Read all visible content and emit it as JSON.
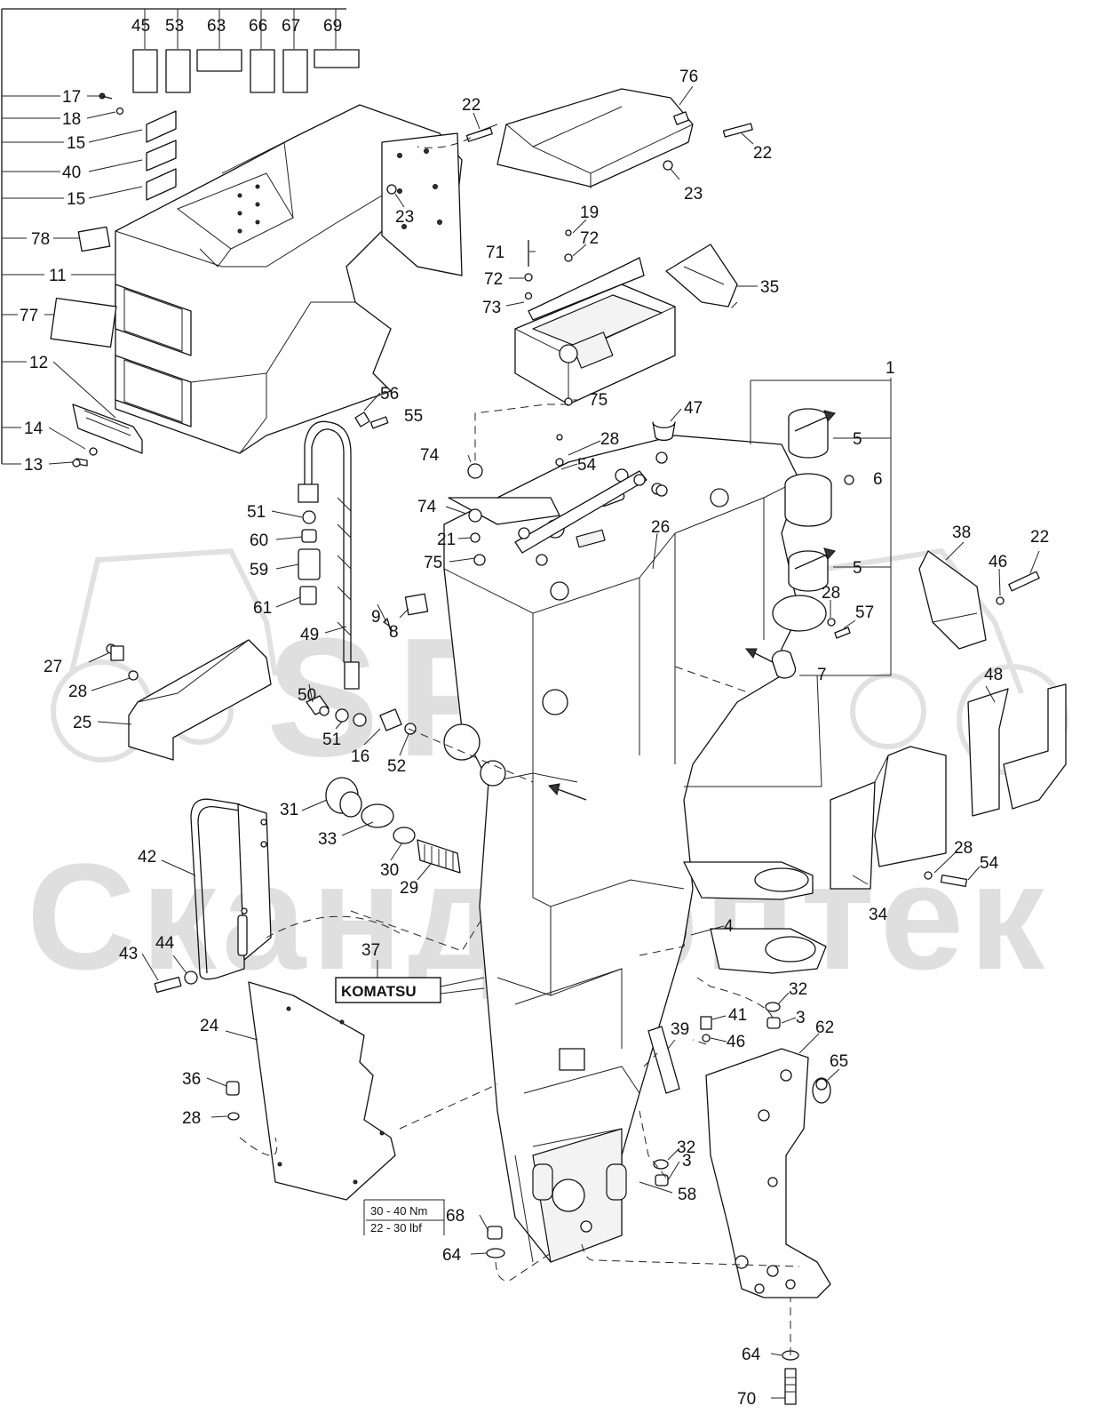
{
  "watermark": {
    "logo_text": "SPT",
    "name_text": "Скандорптек",
    "color": "#dcdcdc"
  },
  "brand_label": "KOMATSU",
  "torque_note": {
    "line1": "30 - 40 Nm",
    "line2": "22 - 30 lbf"
  },
  "top_tags": [
    "45",
    "53",
    "63",
    "66",
    "67",
    "69"
  ],
  "left_list": [
    "17",
    "18",
    "15",
    "40",
    "15",
    "78",
    "11",
    "77",
    "12",
    "14",
    "13"
  ],
  "group_bracket_label": "1",
  "callouts": [
    {
      "id": "22a",
      "label": "22"
    },
    {
      "id": "76",
      "label": "76"
    },
    {
      "id": "22b",
      "label": "22"
    },
    {
      "id": "23a",
      "label": "23"
    },
    {
      "id": "23b",
      "label": "23"
    },
    {
      "id": "19",
      "label": "19"
    },
    {
      "id": "71",
      "label": "71"
    },
    {
      "id": "72a",
      "label": "72"
    },
    {
      "id": "72b",
      "label": "72"
    },
    {
      "id": "73",
      "label": "73"
    },
    {
      "id": "35",
      "label": "35"
    },
    {
      "id": "56",
      "label": "56"
    },
    {
      "id": "55",
      "label": "55"
    },
    {
      "id": "75a",
      "label": "75"
    },
    {
      "id": "47",
      "label": "47"
    },
    {
      "id": "5a",
      "label": "5"
    },
    {
      "id": "6",
      "label": "6"
    },
    {
      "id": "5b",
      "label": "5"
    },
    {
      "id": "7",
      "label": "7"
    },
    {
      "id": "74a",
      "label": "74"
    },
    {
      "id": "28a",
      "label": "28"
    },
    {
      "id": "54a",
      "label": "54"
    },
    {
      "id": "74b",
      "label": "74"
    },
    {
      "id": "21",
      "label": "21"
    },
    {
      "id": "75b",
      "label": "75"
    },
    {
      "id": "26",
      "label": "26"
    },
    {
      "id": "28b",
      "label": "28"
    },
    {
      "id": "57",
      "label": "57"
    },
    {
      "id": "38",
      "label": "38"
    },
    {
      "id": "46a",
      "label": "46"
    },
    {
      "id": "22c",
      "label": "22"
    },
    {
      "id": "48",
      "label": "48"
    },
    {
      "id": "51a",
      "label": "51"
    },
    {
      "id": "60",
      "label": "60"
    },
    {
      "id": "59",
      "label": "59"
    },
    {
      "id": "61",
      "label": "61"
    },
    {
      "id": "9",
      "label": "9"
    },
    {
      "id": "8",
      "label": "8"
    },
    {
      "id": "49",
      "label": "49"
    },
    {
      "id": "27",
      "label": "27"
    },
    {
      "id": "28c",
      "label": "28"
    },
    {
      "id": "25",
      "label": "25"
    },
    {
      "id": "50",
      "label": "50"
    },
    {
      "id": "51b",
      "label": "51"
    },
    {
      "id": "16",
      "label": "16"
    },
    {
      "id": "52",
      "label": "52"
    },
    {
      "id": "31",
      "label": "31"
    },
    {
      "id": "33",
      "label": "33"
    },
    {
      "id": "30",
      "label": "30"
    },
    {
      "id": "29",
      "label": "29"
    },
    {
      "id": "42",
      "label": "42"
    },
    {
      "id": "43",
      "label": "43"
    },
    {
      "id": "44",
      "label": "44"
    },
    {
      "id": "37",
      "label": "37"
    },
    {
      "id": "4",
      "label": "4"
    },
    {
      "id": "34",
      "label": "34"
    },
    {
      "id": "28d",
      "label": "28"
    },
    {
      "id": "54b",
      "label": "54"
    },
    {
      "id": "32a",
      "label": "32"
    },
    {
      "id": "3a",
      "label": "3"
    },
    {
      "id": "41",
      "label": "41"
    },
    {
      "id": "46b",
      "label": "46"
    },
    {
      "id": "39",
      "label": "39"
    },
    {
      "id": "62",
      "label": "62"
    },
    {
      "id": "65",
      "label": "65"
    },
    {
      "id": "24",
      "label": "24"
    },
    {
      "id": "36",
      "label": "36"
    },
    {
      "id": "28e",
      "label": "28"
    },
    {
      "id": "32b",
      "label": "32"
    },
    {
      "id": "3b",
      "label": "3"
    },
    {
      "id": "58",
      "label": "58"
    },
    {
      "id": "68",
      "label": "68"
    },
    {
      "id": "64a",
      "label": "64"
    },
    {
      "id": "64b",
      "label": "64"
    },
    {
      "id": "70",
      "label": "70"
    }
  ]
}
